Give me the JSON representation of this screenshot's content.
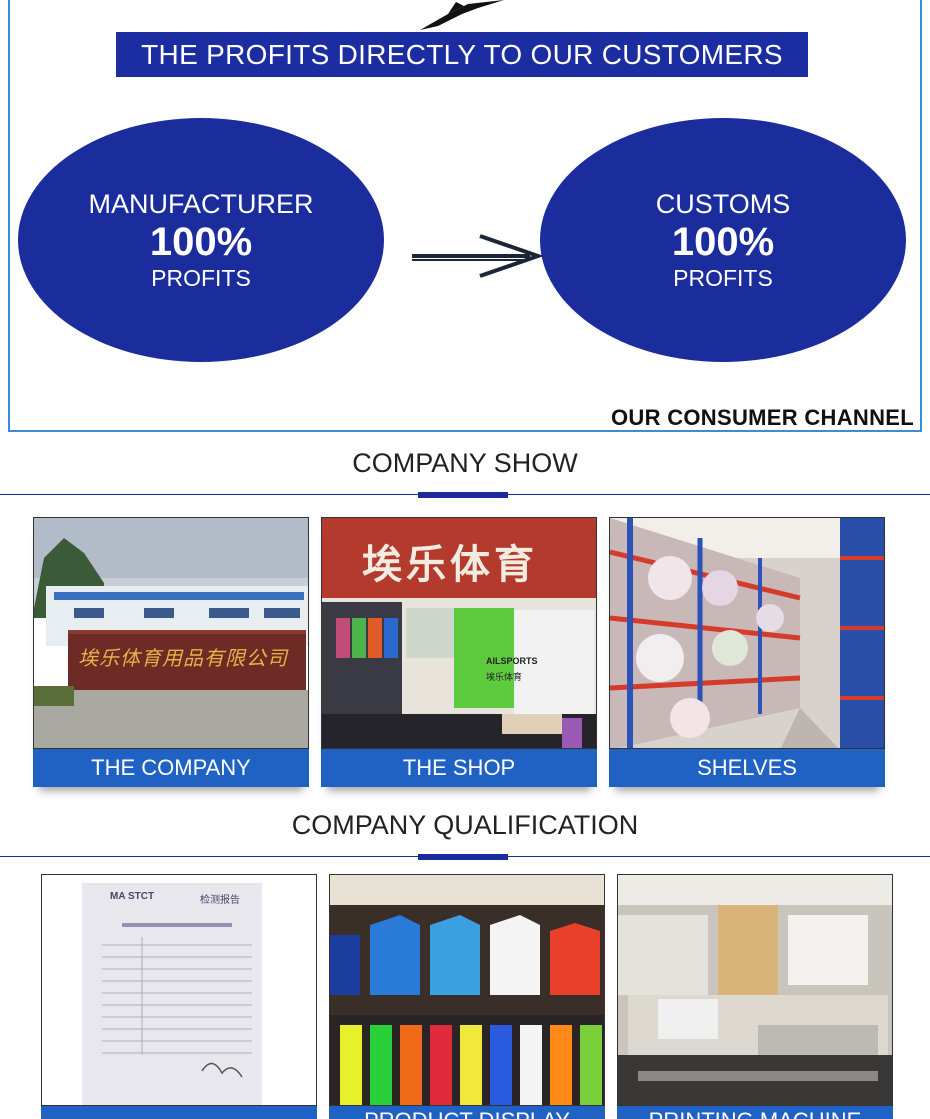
{
  "banner": {
    "title": "THE PROFITS DIRECTLY TO OUR CUSTOMERS"
  },
  "manufacturer": {
    "line1": "MANUFACTURER",
    "pct": "100%",
    "line3": "PROFITS"
  },
  "customs": {
    "line1": "CUSTOMS",
    "pct": "100%",
    "line3": "PROFITS"
  },
  "channel_label": "OUR CONSUMER CHANNEL",
  "company_show": {
    "title": "COMPANY SHOW",
    "cards": [
      {
        "label": "THE COMPANY",
        "sign_text": "埃乐体育用品有限公司"
      },
      {
        "label": "THE SHOP",
        "sign_text": "埃乐体育",
        "logo_text": "AILSPORTS",
        "logo_sub": "埃乐体育"
      },
      {
        "label": "SHELVES"
      }
    ]
  },
  "company_qualification": {
    "title": "COMPANY QUALIFICATION",
    "cards": [
      {
        "label": "",
        "doc_logo": "MA STCT",
        "doc_title": "检测报告"
      },
      {
        "label": "PRODUCT DISPLAY"
      },
      {
        "label": "PRINTING MACHINE"
      }
    ]
  },
  "colors": {
    "brand_blue": "#1b2d9c",
    "label_blue": "#1f62c4",
    "frame_blue": "#3d8ad6"
  }
}
